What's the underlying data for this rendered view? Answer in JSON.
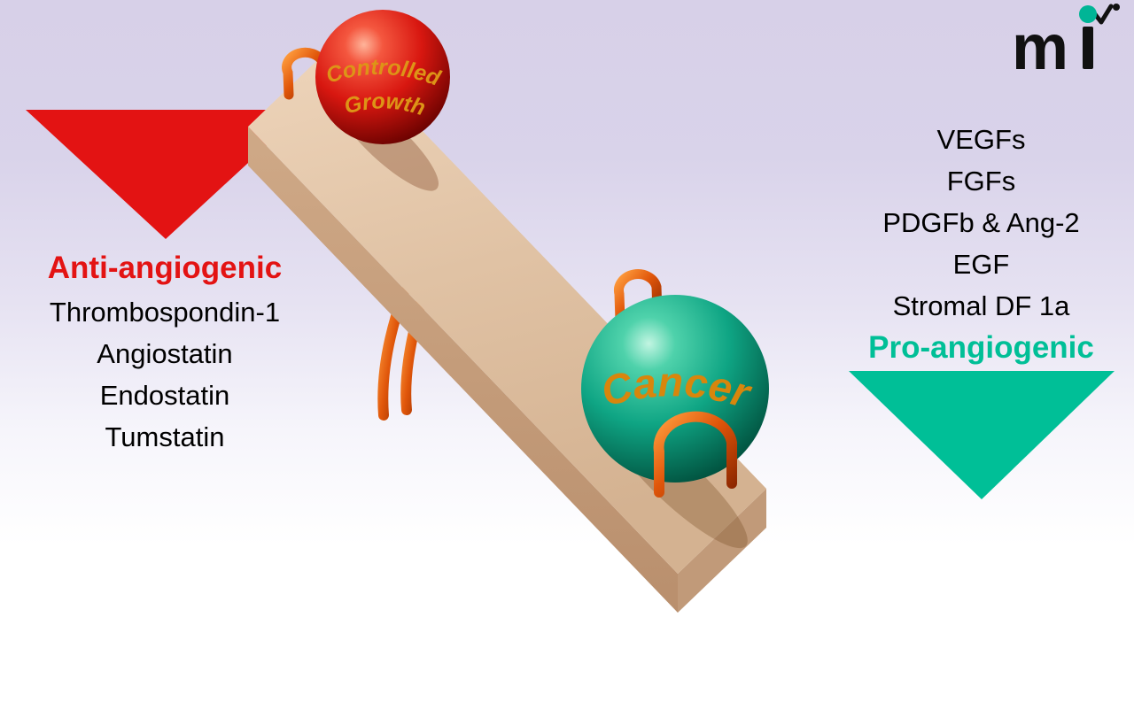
{
  "figure": {
    "background_top": "#d7d0e8",
    "background_bottom": "#ffffff"
  },
  "logo": {
    "letter_m": "m",
    "letter_i": "i",
    "dot_color": "#00b596",
    "ink_color": "#111111"
  },
  "left_panel": {
    "triangle_color": "#e31313",
    "heading": "Anti-angiogenic",
    "heading_color": "#e31313",
    "items": [
      "Thrombospondin-1",
      "Angiostatin",
      "Endostatin",
      "Tumstatin"
    ]
  },
  "right_panel": {
    "items": [
      "VEGFs",
      "FGFs",
      "PDGFb & Ang-2",
      "EGF",
      "Stromal DF 1a"
    ],
    "heading": "Pro-angiogenic",
    "heading_color": "#00bf97",
    "triangle_color": "#00bf97"
  },
  "seesaw": {
    "plank_color": "#e2c3a4",
    "staple_color": "#d45500",
    "red_ball": {
      "color": "#d81710",
      "label_line1": "Controlled",
      "label_line2": "Growth",
      "label_color": "#dd9417"
    },
    "teal_ball": {
      "color": "#0fa584",
      "label": "Cancer",
      "label_color": "#d8860c"
    }
  }
}
